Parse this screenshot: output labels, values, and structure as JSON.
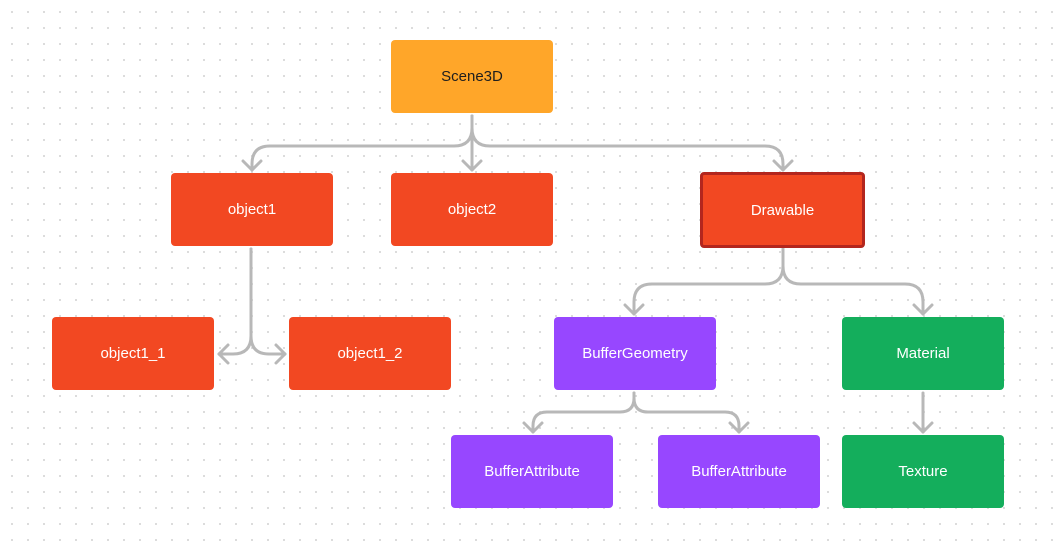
{
  "colors": {
    "root": "#ffa629",
    "object": "#f24822",
    "selected_border": "#b3261e",
    "geometry": "#9747ff",
    "material": "#14ae5c",
    "connector": "#b8b8b8",
    "dark_text": "#1e1e1e",
    "light_text": "#ffffff"
  },
  "nodes": {
    "scene3d": {
      "label": "Scene3D"
    },
    "object1": {
      "label": "object1"
    },
    "object2": {
      "label": "object2"
    },
    "drawable": {
      "label": "Drawable"
    },
    "object1_1": {
      "label": "object1_1"
    },
    "object1_2": {
      "label": "object1_2"
    },
    "buffer_geometry": {
      "label": "BufferGeometry"
    },
    "material": {
      "label": "Material"
    },
    "buffer_attribute_1": {
      "label": "BufferAttribute"
    },
    "buffer_attribute_2": {
      "label": "BufferAttribute"
    },
    "texture": {
      "label": "Texture"
    }
  },
  "edges": [
    {
      "from": "scene3d",
      "to": "object1"
    },
    {
      "from": "scene3d",
      "to": "object2"
    },
    {
      "from": "scene3d",
      "to": "drawable"
    },
    {
      "from": "object1",
      "to": "object1_1"
    },
    {
      "from": "object1",
      "to": "object1_2"
    },
    {
      "from": "drawable",
      "to": "buffer_geometry"
    },
    {
      "from": "drawable",
      "to": "material"
    },
    {
      "from": "buffer_geometry",
      "to": "buffer_attribute_1"
    },
    {
      "from": "buffer_geometry",
      "to": "buffer_attribute_2"
    },
    {
      "from": "material",
      "to": "texture"
    }
  ]
}
